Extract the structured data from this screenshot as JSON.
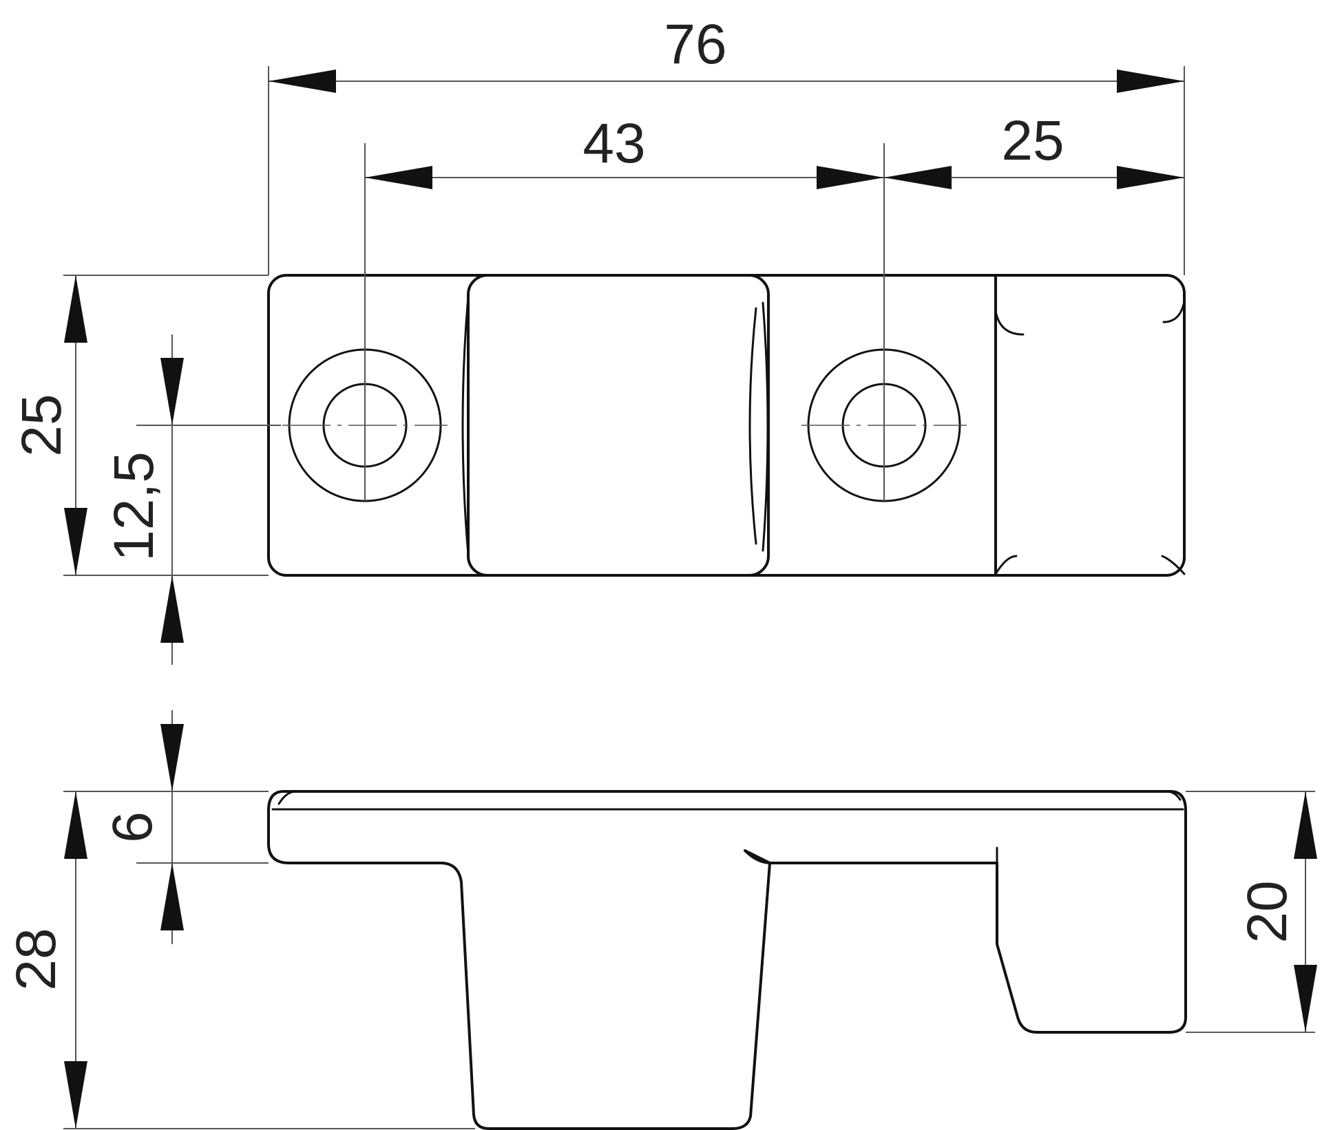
{
  "drawing": {
    "dimensions": {
      "overall_length": "76",
      "hole_spacing": "43",
      "hole_to_end": "25",
      "plate_height": "25",
      "hole_center_offset": "12,5",
      "flange_thickness": "6",
      "total_depth": "28",
      "side_depth": "20"
    }
  }
}
